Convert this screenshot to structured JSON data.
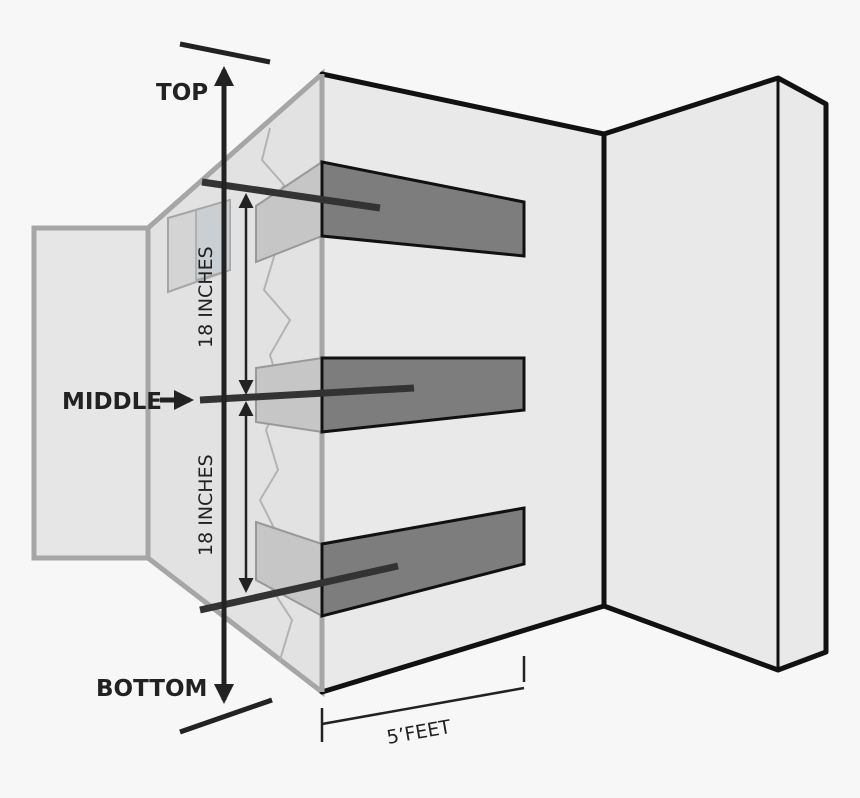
{
  "labels": {
    "top": "TOP",
    "middle": "MIDDLE",
    "bottom": "BOTTOM",
    "upper_distance": "18 INCHES",
    "lower_distance": "18 INCHES",
    "width": "5’FEET"
  },
  "colors": {
    "background": "#f7f7f7",
    "wall_face": "#e9e9e9",
    "dark_stripe": "#7d7d7d",
    "light_stripe": "#c6c6c6",
    "outline": "#111111",
    "gray_outline": "#a6a6a6"
  }
}
